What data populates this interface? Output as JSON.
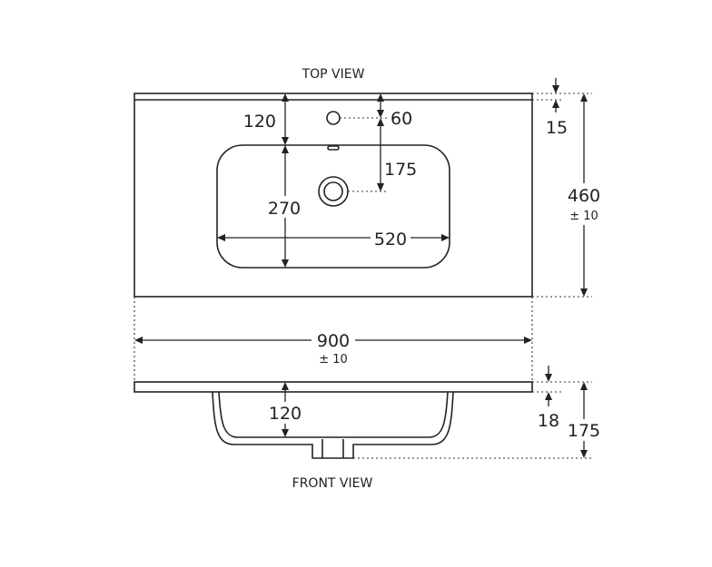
{
  "views": {
    "top": "TOP VIEW",
    "front": "FRONT VIEW"
  },
  "dimensions": {
    "lip_to_tap_hole": "120",
    "tap_hole_offset": "60",
    "tap_to_waste": "175",
    "bowl_depth_top": "270",
    "bowl_width": "520",
    "top_edge_thickness": "15",
    "overall_depth": "460",
    "overall_depth_tol": "± 10",
    "overall_width": "900",
    "overall_width_tol": "± 10",
    "front_bowl_depth": "120",
    "front_top_thickness": "18",
    "front_overall_height": "175"
  }
}
